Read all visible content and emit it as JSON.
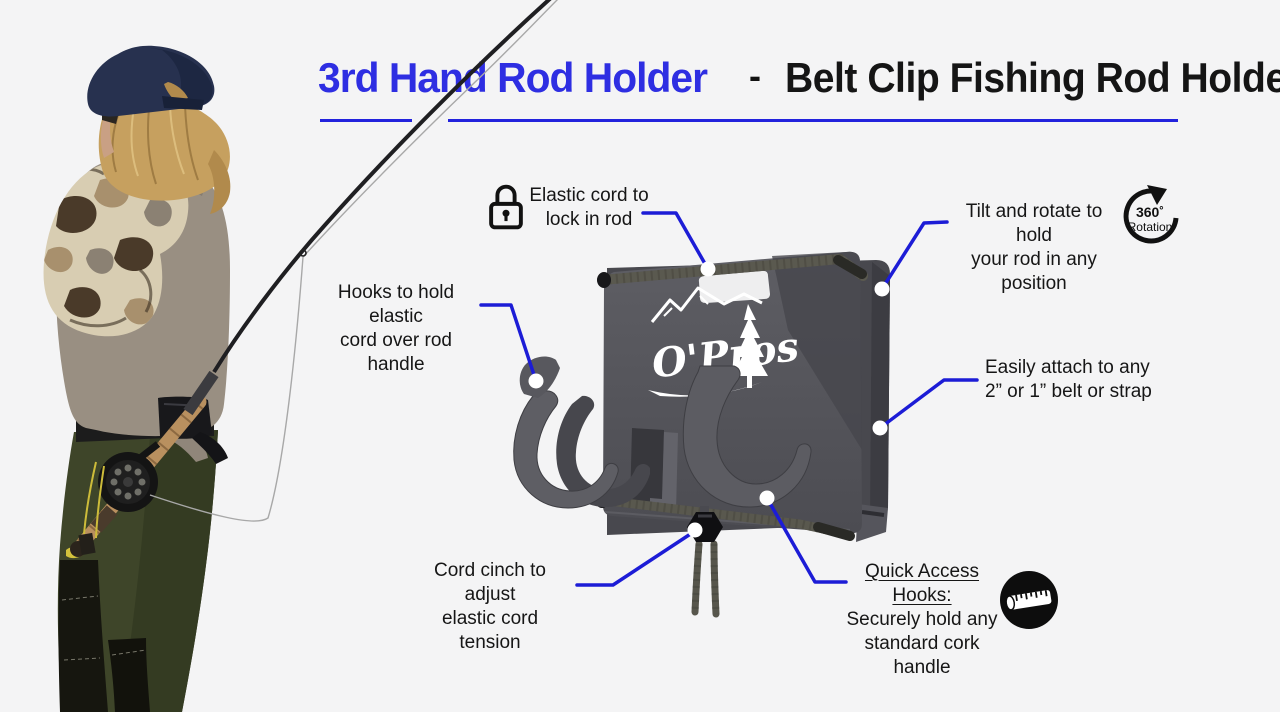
{
  "page": {
    "background_color": "#f4f4f5"
  },
  "header": {
    "product_name": "3rd Hand Rod Holder",
    "separator": "-",
    "product_descriptor": "Belt Clip Fishing Rod Holder",
    "title_accent_color": "#2e2ee2",
    "underline_color": "#2222dd"
  },
  "callouts": {
    "elastic_cord": {
      "line1": "Elastic cord to",
      "line2": "lock in rod"
    },
    "tilt_rotate": {
      "line1": "Tilt and rotate to hold",
      "line2": "your rod in any position"
    },
    "hooks": {
      "line1": "Hooks to hold elastic",
      "line2": "cord over rod handle"
    },
    "belt_attach": {
      "line1": "Easily attach to any",
      "line2": "2” or 1” belt or strap"
    },
    "cord_cinch": {
      "line1": "Cord cinch to adjust",
      "line2": "elastic cord tension"
    },
    "quick_access": {
      "heading": "Quick Access Hooks:",
      "line1": "Securely hold any",
      "line2": "standard cork handle"
    }
  },
  "icons": {
    "padlock": "padlock-icon",
    "rotation_badge": {
      "degrees": "360˚",
      "label": "Rotation"
    },
    "tape_measure": "tape-measure-icon"
  },
  "product": {
    "brand_logo_text": "O'Pros"
  },
  "colors": {
    "leader_line_blue": "#1c1cd6",
    "connector_dot": "#ffffff",
    "product_body_gray": "#54545a",
    "callout_text": "#161616"
  }
}
